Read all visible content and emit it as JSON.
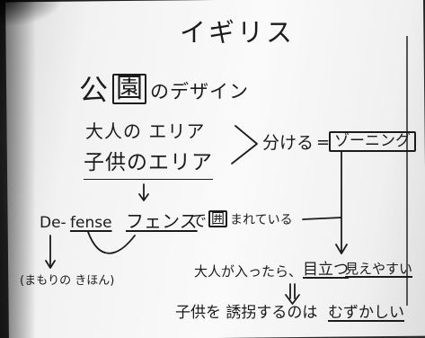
{
  "notes": {
    "title": "イギリス",
    "heading_kou": "公",
    "heading_en": "園",
    "heading_rest": "のデザイン",
    "adult_area": "大人の エリア",
    "child_area": "子供のエリア",
    "wakeru": "分ける",
    "equals": "=",
    "zoning": "ゾーニング",
    "defense_de": "De-",
    "defense_fense": "fense",
    "fence": "フェンス",
    "de_particle": "で",
    "kakomu_box": "囲",
    "kakomarete": "まれている",
    "mamori": "(まもりの きほん)",
    "adult_entry": "大人が入ったら、",
    "medatsu": "目立つ",
    "mieyasui": "見えやすい",
    "kodomo_line_a": "子供を 誘拐するのは",
    "kodomo_line_b": "むずかしい"
  }
}
